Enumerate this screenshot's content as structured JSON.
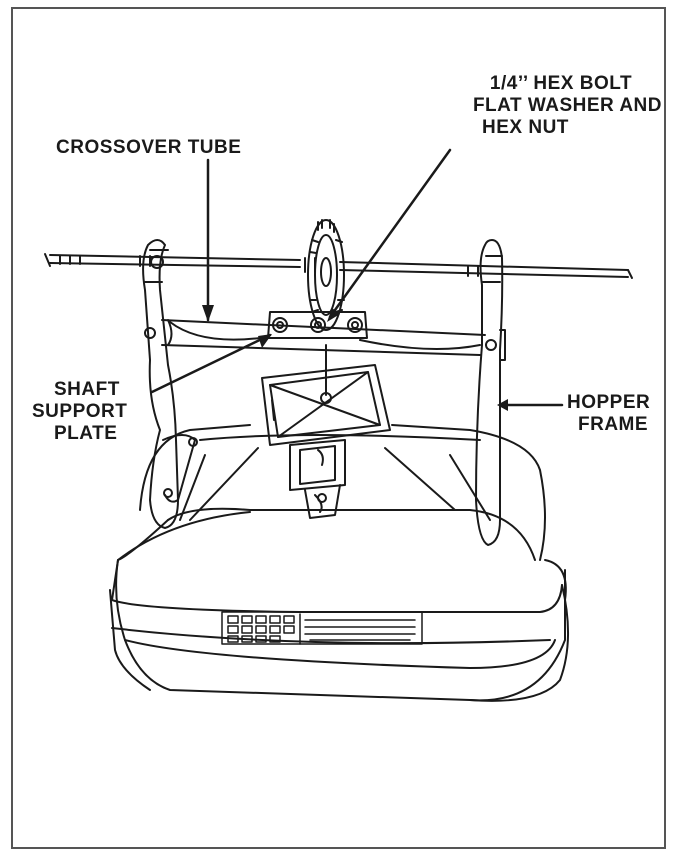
{
  "callouts": {
    "crossover_tube": [
      "CROSSOVER TUBE"
    ],
    "hex_bolt": [
      "1/4’’ HEX BOLT",
      "FLAT WASHER AND",
      "HEX NUT"
    ],
    "shaft_support_plate": [
      "SHAFT",
      "SUPPORT",
      "PLATE"
    ],
    "hopper_frame": [
      "HOPPER",
      "FRAME"
    ]
  },
  "colors": {
    "ink": "#1a1a1a",
    "frame": "#555555",
    "paper": "#ffffff"
  }
}
